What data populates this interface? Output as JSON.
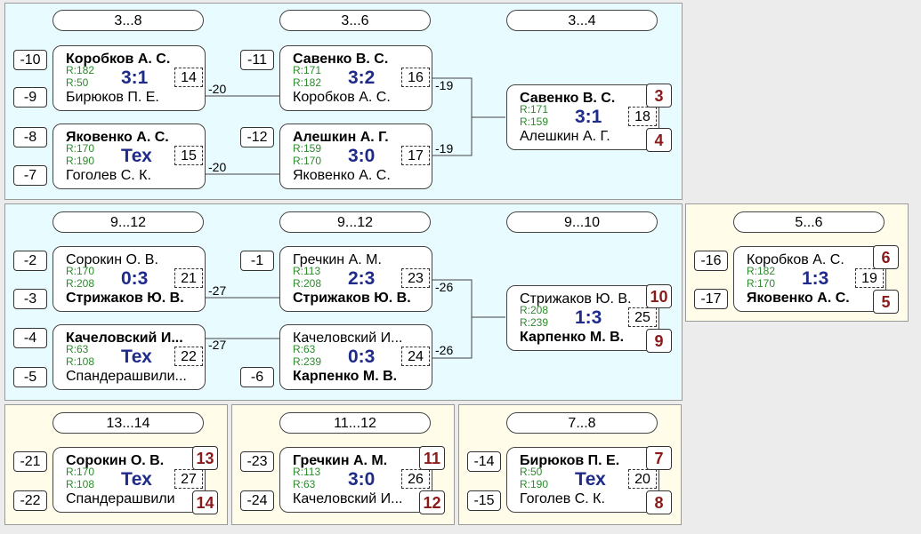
{
  "stages": {
    "s1": "3...8",
    "s2": "3...6",
    "s3": "3...4",
    "s4": "9...12",
    "s5": "9...12",
    "s6": "9...10",
    "s7": "5...6",
    "s8": "13...14",
    "s9": "11...12",
    "s10": "7...8"
  },
  "slots": {
    "a": "-10",
    "b": "-9",
    "c": "-8",
    "d": "-7",
    "e": "-11",
    "f": "-12",
    "g": "-2",
    "h": "-3",
    "i": "-4",
    "j": "-5",
    "k": "-1",
    "l": "-6",
    "m": "-16",
    "n": "-17",
    "o": "-21",
    "p": "-22",
    "q": "-23",
    "r": "-24",
    "s": "-14",
    "t": "-15"
  },
  "edge_labels": {
    "e1": "-20",
    "e2": "-20",
    "e3": "-19",
    "e4": "-19",
    "e5": "-27",
    "e6": "-27",
    "e7": "-26",
    "e8": "-26"
  },
  "matches": {
    "m14": {
      "p1": "Коробков А. С.",
      "p2": "Бирюков П. Е.",
      "r1": "R:182",
      "r2": "R:50",
      "score": "3:1",
      "num": "14"
    },
    "m15": {
      "p1": "Яковенко А. С.",
      "p2": "Гоголев С. К.",
      "r1": "R:170",
      "r2": "R:190",
      "score": "Тех",
      "num": "15"
    },
    "m16": {
      "p1": "Савенко В. С.",
      "p2": "Коробков А. С.",
      "r1": "R:171",
      "r2": "R:182",
      "score": "3:2",
      "num": "16"
    },
    "m17": {
      "p1": "Алешкин А. Г.",
      "p2": "Яковенко А. С.",
      "r1": "R:159",
      "r2": "R:170",
      "score": "3:0",
      "num": "17"
    },
    "m18": {
      "p1": "Савенко В. С.",
      "p2": "Алешкин А. Г.",
      "r1": "R:171",
      "r2": "R:159",
      "score": "3:1",
      "num": "18"
    },
    "m21": {
      "p1": "Сорокин О. В.",
      "p2": "Стрижаков Ю. В.",
      "r1": "R:170",
      "r2": "R:208",
      "score": "0:3",
      "num": "21"
    },
    "m22": {
      "p1": "Качеловский И...",
      "p2": "Спандерашвили...",
      "r1": "R:63",
      "r2": "R:108",
      "score": "Тех",
      "num": "22"
    },
    "m23": {
      "p1": "Гречкин А. М.",
      "p2": "Стрижаков Ю. В.",
      "r1": "R:113",
      "r2": "R:208",
      "score": "2:3",
      "num": "23"
    },
    "m24": {
      "p1": "Качеловский И...",
      "p2": "Карпенко М. В.",
      "r1": "R:63",
      "r2": "R:239",
      "score": "0:3",
      "num": "24"
    },
    "m25": {
      "p1": "Стрижаков Ю. В.",
      "p2": "Карпенко М. В.",
      "r1": "R:208",
      "r2": "R:239",
      "score": "1:3",
      "num": "25"
    },
    "m19": {
      "p1": "Коробков А. С.",
      "p2": "Яковенко А. С.",
      "r1": "R:182",
      "r2": "R:170",
      "score": "1:3",
      "num": "19"
    },
    "m27": {
      "p1": "Сорокин О. В.",
      "p2": "Спандерашвили",
      "r1": "R:170",
      "r2": "R:108",
      "score": "Тех",
      "num": "27"
    },
    "m26": {
      "p1": "Гречкин А. М.",
      "p2": "Качеловский И...",
      "r1": "R:113",
      "r2": "R:63",
      "score": "3:0",
      "num": "26"
    },
    "m20": {
      "p1": "Бирюков П. Е.",
      "p2": "Гоголев С. К.",
      "r1": "R:50",
      "r2": "R:190",
      "score": "Тех",
      "num": "20"
    }
  },
  "places": {
    "pl3": "3",
    "pl4": "4",
    "pl10": "10",
    "pl9": "9",
    "pl6": "6",
    "pl5": "5",
    "pl13": "13",
    "pl14": "14",
    "pl11": "11",
    "pl12": "12",
    "pl7": "7",
    "pl8": "8"
  }
}
